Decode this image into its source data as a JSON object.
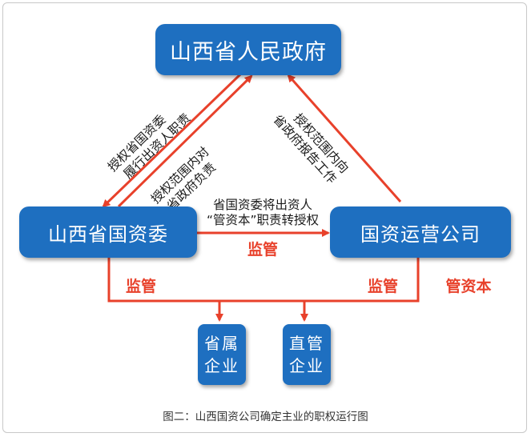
{
  "nodes": {
    "gov": "山西省人民政府",
    "sasac": "山西省国资委",
    "operator": "国资运营公司",
    "enterprise_provincial_l1": "省属",
    "enterprise_provincial_l2": "企业",
    "enterprise_direct_l1": "直管",
    "enterprise_direct_l2": "企业"
  },
  "labels": {
    "auth_sasac_l1": "授权省国资委",
    "auth_sasac_l2": "履行出资人职责",
    "report_sasac_l1": "授权范围内对",
    "report_sasac_l2": "省政府负责",
    "report_operator_l1": "授权范围内向",
    "report_operator_l2": "省政府报告工作",
    "delegate_l1": "省国资委将出资人",
    "delegate_l2": "“管资本”职责转授权",
    "supervise_mid": "监管",
    "supervise_left": "监管",
    "supervise_right": "监管",
    "manage_capital": "管资本"
  },
  "caption": "图二：山西国资公司确定主业的职权运行图",
  "colors": {
    "box": "#1e6fc0",
    "arrow": "#e8412b",
    "text": "#1a1a1a"
  }
}
